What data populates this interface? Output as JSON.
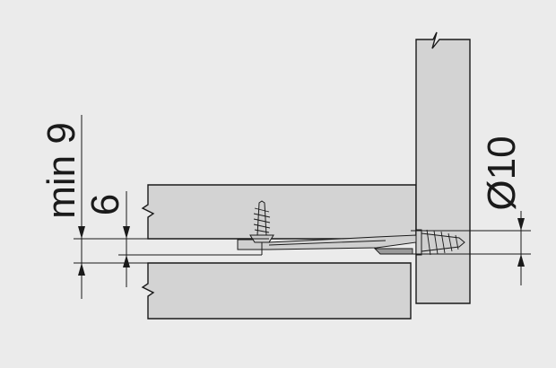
{
  "diagram": {
    "background": "#ebebeb",
    "line_color": "#1a1a1a",
    "board_fill": "#d3d3d3"
  },
  "dimensions": {
    "min_9": "min 9",
    "six": "6",
    "diameter_10": "Ø10"
  }
}
